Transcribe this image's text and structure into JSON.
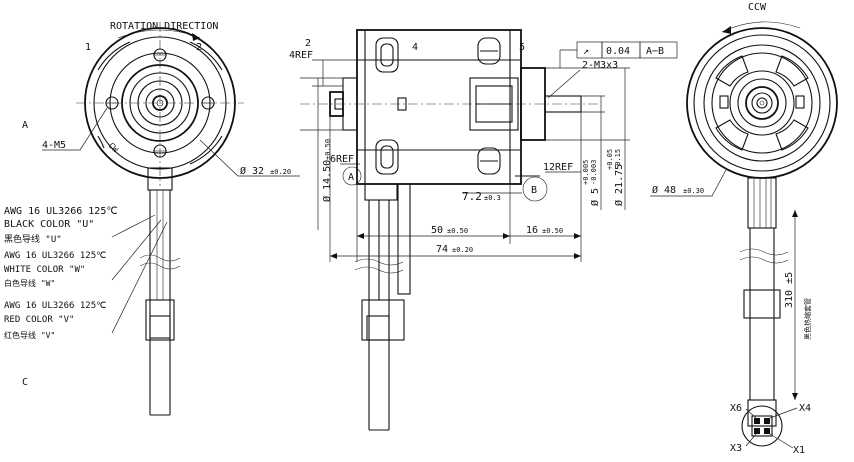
{
  "front_view": {
    "title": "ROTATION DIRECTION",
    "pos1": "1",
    "pos2": "2",
    "zone_a": "A",
    "zone_c": "C",
    "holes": "4-M5",
    "rotation_mark": "CW",
    "dia_label": "Ø 32",
    "dia_tol": "±0.20"
  },
  "wires": {
    "w1_spec": "AWG 16 UL3266 125℃",
    "w1_color": "BLACK COLOR \"U\"",
    "w1_cn": "黑色导线 \"U\"",
    "w2_spec": "AWG 16 UL3266 125℃",
    "w2_color": "WHITE COLOR \"W\"",
    "w2_cn": "白色导线 \"W\"",
    "w3_spec": "AWG 16 UL3266 125℃",
    "w3_color": "RED COLOR \"V\"",
    "w3_cn": "红色导线 \"V\""
  },
  "side_view": {
    "n2": "2",
    "n4": "4",
    "n5": "5",
    "ref_4": "4REF",
    "ref_6": "6REF",
    "ref_12": "12REF",
    "dia_14_5": "Ø 14.50",
    "dia_14_5_tol": "±0.50",
    "len_7_2": "7.2",
    "len_7_2_tol": "±0.3",
    "len_50": "50",
    "len_50_tol": "±0.50",
    "len_16": "16",
    "len_16_tol": "±0.50",
    "len_74": "74",
    "len_74_tol": "±0.20",
    "dia_5": "Ø 5",
    "dia_5_tol_up": "+0.005",
    "dia_5_tol_dn": "-0.003",
    "dia_21_75": "Ø 21.75",
    "dia_21_75_tol_up": "+0.05",
    "dia_21_75_tol_dn": "-0.15",
    "tol_frame_sym": "↗",
    "tol_frame_val": "0.04",
    "tol_frame_ref": "A−B",
    "thread": "2-M3x3",
    "datum_a": "A",
    "datum_b": "B"
  },
  "back_view": {
    "ccw": "CCW",
    "dia_48": "Ø 48",
    "dia_48_tol": "±0.30",
    "cable_len": "310 ±5",
    "sleeve_note": "黑色热缩套管",
    "pin_x6": "X6",
    "pin_x4": "X4",
    "pin_x3": "X3",
    "pin_x1": "X1"
  }
}
